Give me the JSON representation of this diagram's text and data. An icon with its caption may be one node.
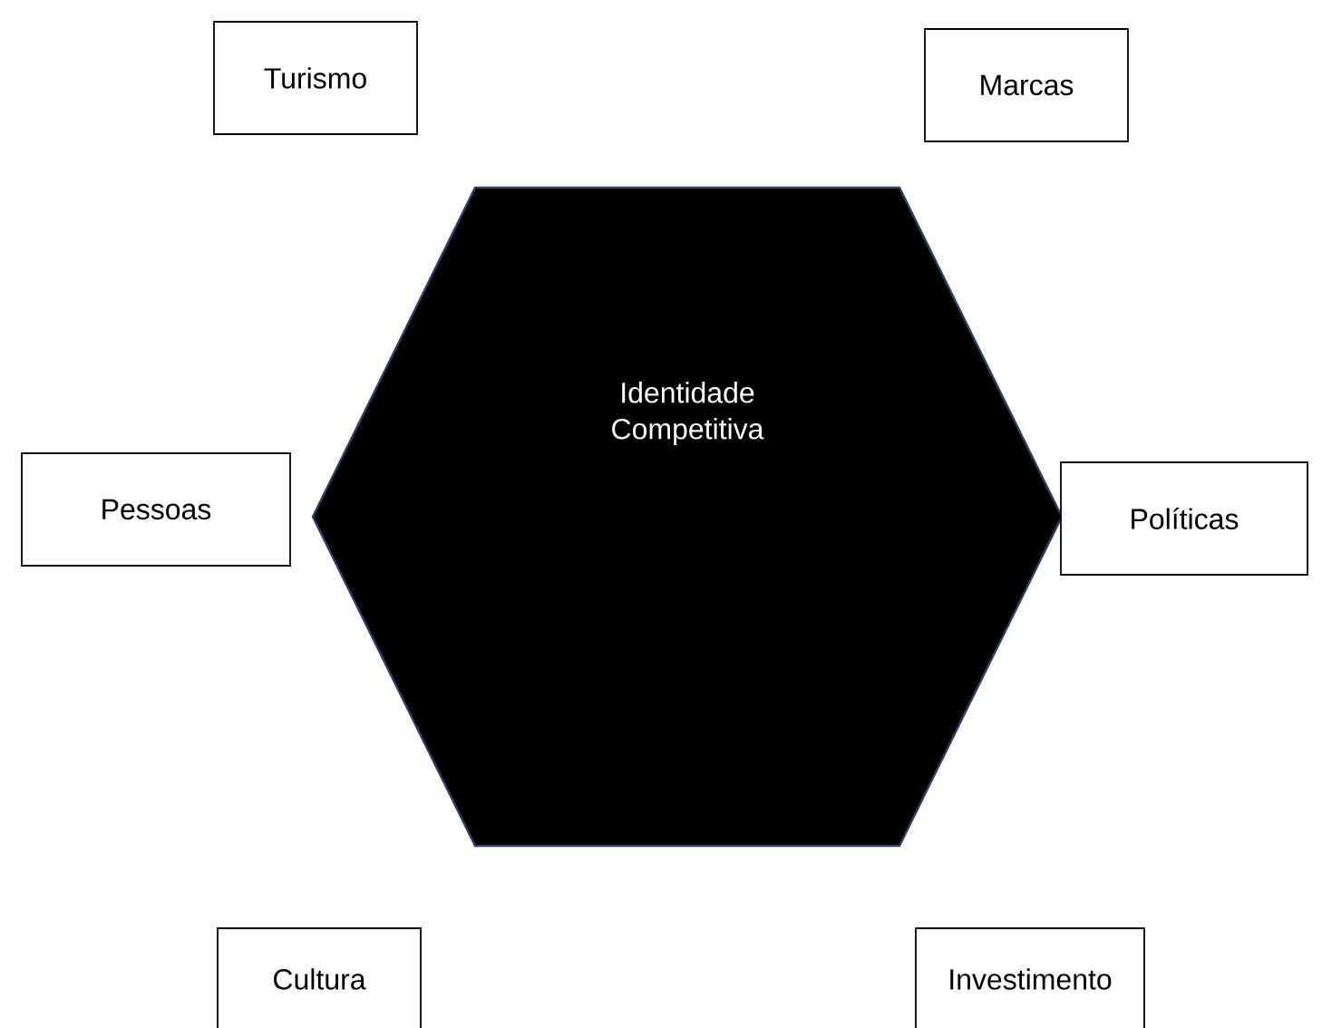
{
  "diagram": {
    "nodes": [
      {
        "text": [
          "Turismo"
        ]
      },
      {
        "text": [
          "Marcas"
        ]
      },
      {
        "text": [
          "Identidade Competitiva"
        ]
      },
      {
        "text": [
          "Pessoas"
        ]
      },
      {
        "text": [
          "Políticas"
        ]
      },
      {
        "text": [
          "Cultura"
        ]
      },
      {
        "text": [
          "Investimento"
        ]
      }
    ]
  }
}
